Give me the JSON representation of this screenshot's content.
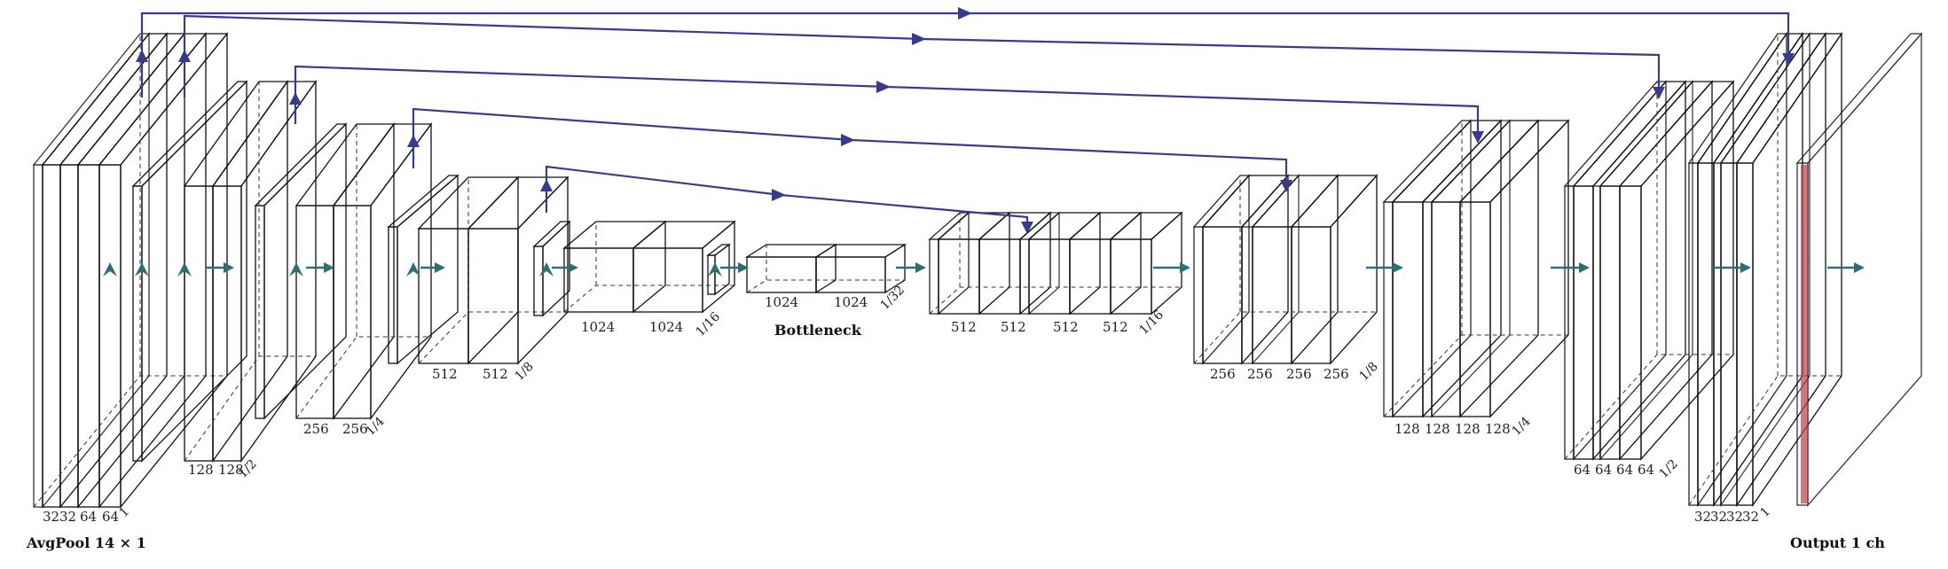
{
  "captions": {
    "input": "AvgPool 14 × 1",
    "bottleneck": "Bottleneck",
    "output": "Output 1 ch"
  },
  "blocks": [
    {
      "id": "enc1",
      "labels": [
        "32",
        "32",
        "64",
        "64"
      ],
      "frac": "1"
    },
    {
      "id": "enc2",
      "labels": [
        "128",
        "128"
      ],
      "frac": "1/2"
    },
    {
      "id": "enc3",
      "labels": [
        "256",
        "256"
      ],
      "frac": "1/4"
    },
    {
      "id": "enc4",
      "labels": [
        "512",
        "512"
      ],
      "frac": "1/8"
    },
    {
      "id": "enc5",
      "labels": [
        "1024",
        "1024"
      ],
      "frac": "1/16"
    },
    {
      "id": "bott",
      "labels": [
        "1024",
        "1024"
      ],
      "frac": "1/32"
    },
    {
      "id": "dec5",
      "labels": [
        "512",
        "512",
        "512",
        "512"
      ],
      "frac": "1/16"
    },
    {
      "id": "dec4",
      "labels": [
        "256",
        "256",
        "256",
        "256"
      ],
      "frac": "1/8"
    },
    {
      "id": "dec3",
      "labels": [
        "128",
        "128",
        "128",
        "128"
      ],
      "frac": "1/4"
    },
    {
      "id": "dec2",
      "labels": [
        "64",
        "64",
        "64",
        "64"
      ],
      "frac": "1/2"
    },
    {
      "id": "dec1",
      "labels": [
        "32",
        "32",
        "32",
        "32"
      ],
      "frac": "1"
    }
  ],
  "colors": {
    "conv": "#f7c98f",
    "conv_light": "#fbe6c4",
    "pool": "#d24a2a",
    "input": "#cf6a6a",
    "unpool": "#5b8ec2",
    "concat": "#8a8a8a",
    "output": "#b07ab8",
    "skip": "#3a3a8c",
    "flow": "#2f6f70"
  }
}
